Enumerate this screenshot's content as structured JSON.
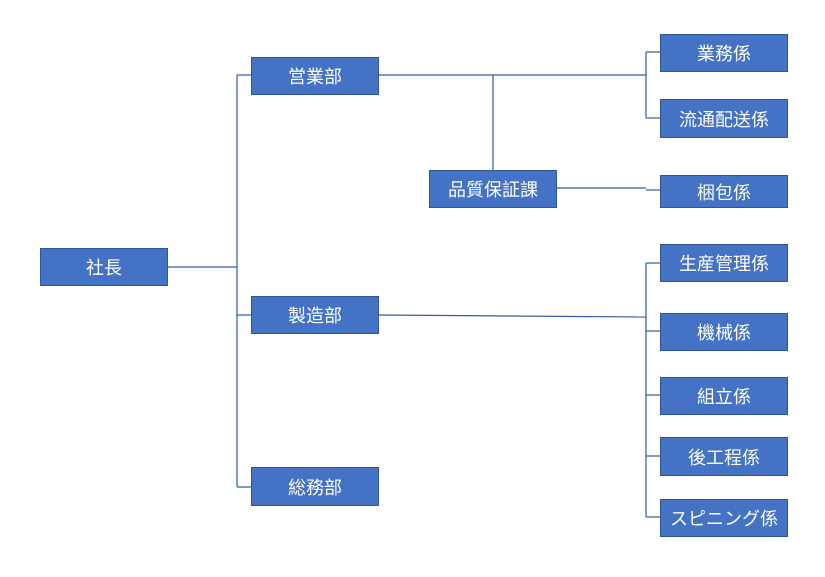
{
  "diagram": {
    "node_color": "#4472c4",
    "line_color": "#2e5aa6",
    "nodes": {
      "president": "社長",
      "sales_dept": "営業部",
      "manufacturing_dept": "製造部",
      "general_affairs_dept": "総務部",
      "quality_assurance": "品質保証課",
      "business_section": "業務係",
      "logistics_section": "流通配送係",
      "packing_section": "梱包係",
      "production_control_section": "生産管理係",
      "machinery_section": "機械係",
      "assembly_section": "組立係",
      "post_process_section": "後工程係",
      "spinning_section": "スピニング係"
    }
  }
}
